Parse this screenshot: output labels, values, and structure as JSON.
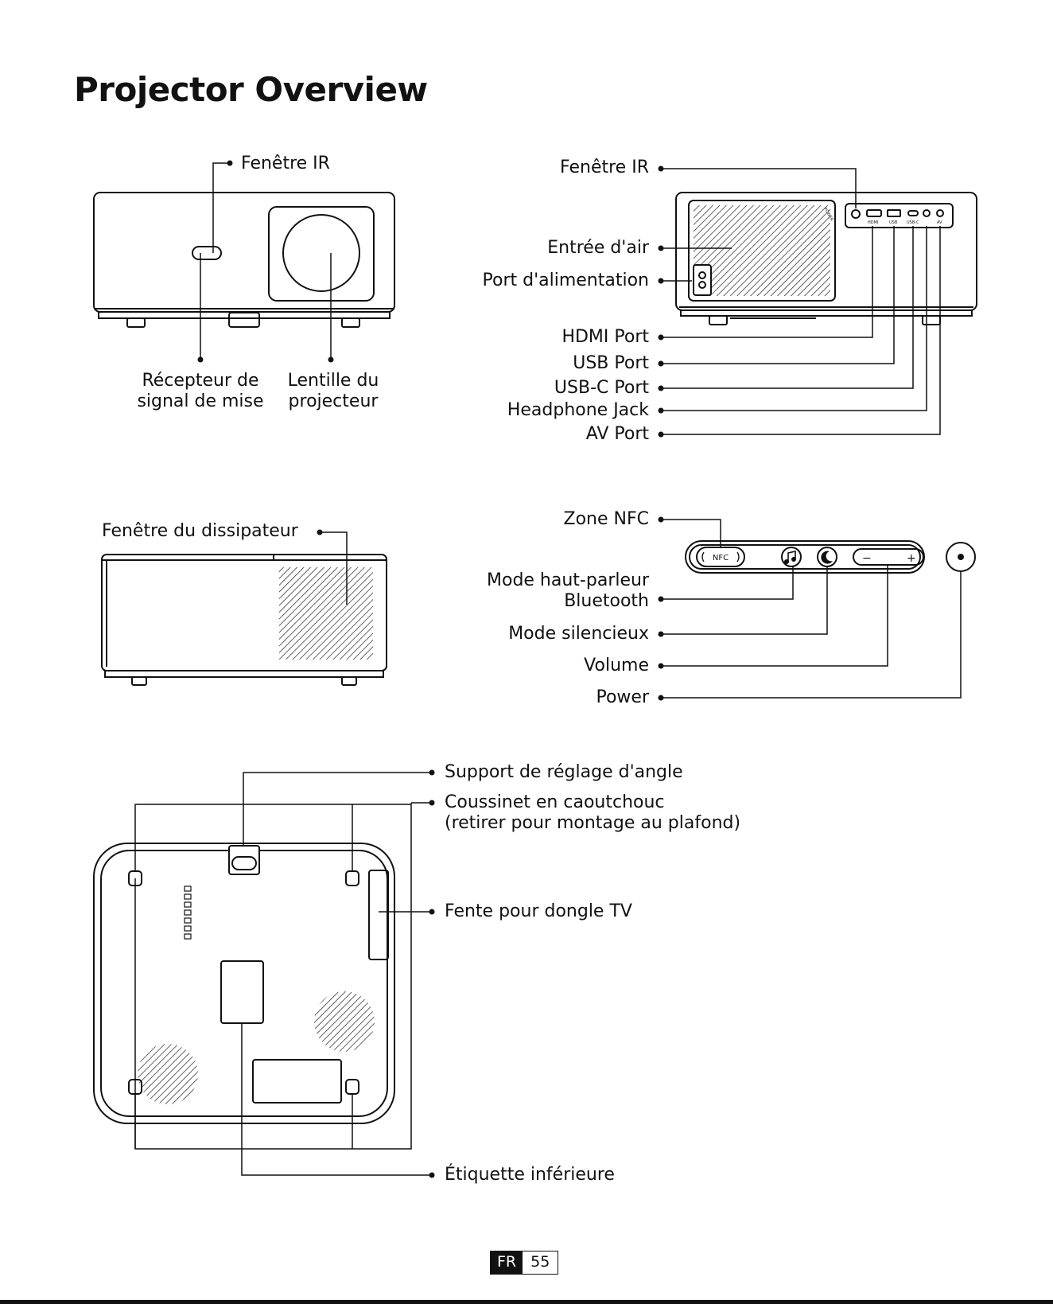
{
  "page": {
    "title": "Projector Overview",
    "footer_lang": "FR",
    "footer_page": "55"
  },
  "front_view": {
    "ir_window": "Fenêtre IR",
    "remote_receiver_line1": "Récepteur de",
    "remote_receiver_line2": "signal de mise",
    "lens_line1": "Lentille du",
    "lens_line2": "projecteur"
  },
  "rear_view": {
    "ir_window": "Fenêtre IR",
    "air_inlet": "Entrée d'air",
    "power_port": "Port d'alimentation",
    "hdmi_port": "HDMI Port",
    "usb_port": "USB Port",
    "usbc_port": "USB-C Port",
    "headphone_jack": "Headphone Jack",
    "av_port": "AV Port",
    "panel_hdmi": "HDMI",
    "panel_usb": "USB",
    "panel_usbc": "USB-C",
    "panel_av": "AV",
    "panel_brand": "POWER"
  },
  "side_view": {
    "heatsink_window": "Fenêtre du dissipateur"
  },
  "control_panel": {
    "nfc_zone": "Zone NFC",
    "nfc_badge": "NFC",
    "bt_mode_line1": "Mode haut-parleur",
    "bt_mode_line2": "Bluetooth",
    "mute_mode": "Mode silencieux",
    "volume": "Volume",
    "power": "Power",
    "vol_minus": "−",
    "vol_plus": "+"
  },
  "bottom_view": {
    "angle_bracket": "Support de réglage d'angle",
    "rubber_pad_line1": "Coussinet en caoutchouc",
    "rubber_pad_line2": "(retirer pour montage au plafond)",
    "dongle_slot": "Fente pour dongle TV",
    "bottom_label": "Étiquette inférieure"
  }
}
